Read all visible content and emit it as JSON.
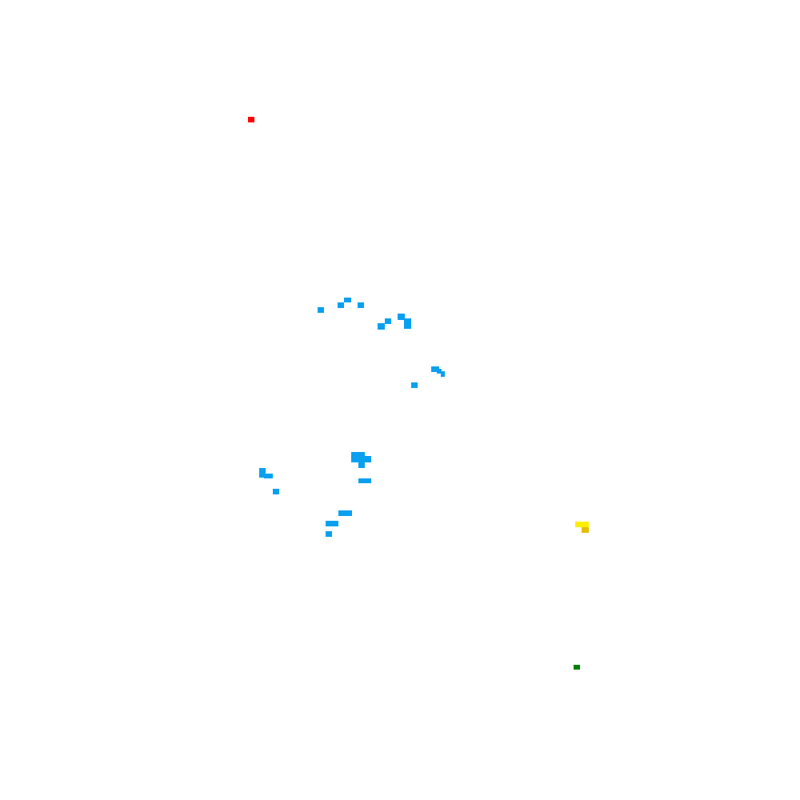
{
  "map": {
    "background_color": "#ffffff",
    "colors": {
      "water": "#0aa0f0",
      "start": "#ff0000",
      "goal": "#008000",
      "item": "#ffee00",
      "item_shade": "#e6be00"
    },
    "features": [
      {
        "name": "start-marker",
        "kind": "start",
        "color_key": "start"
      },
      {
        "name": "goal-marker",
        "kind": "goal",
        "color_key": "goal"
      },
      {
        "name": "item-marker",
        "kind": "item",
        "color_key": "item"
      },
      {
        "name": "water-pixel",
        "kind": "water",
        "color_key": "water"
      }
    ]
  }
}
